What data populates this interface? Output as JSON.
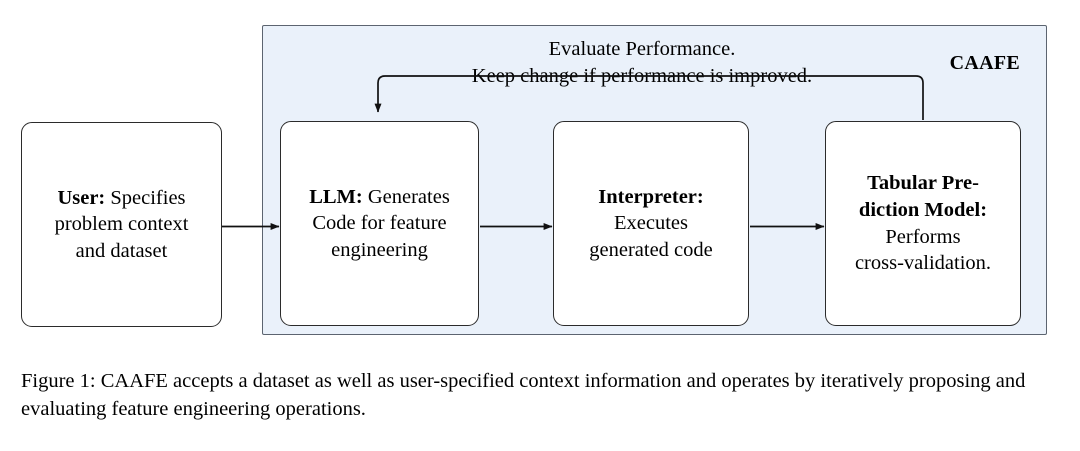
{
  "figure": {
    "container_label": "CAAFE",
    "accent_fill": "#eaf1fa",
    "accent_border": "#5c6470",
    "node_border": "#2b2b2b",
    "node_fill": "#ffffff",
    "background": "#ffffff"
  },
  "nodes": {
    "user": {
      "title": "User:",
      "body_line1": "Specifies",
      "body_line2": "problem context",
      "body_line3": "and dataset"
    },
    "llm": {
      "title": "LLM:",
      "body_line1": "Generates",
      "body_line2": "Code for feature",
      "body_line3": "engineering"
    },
    "interpreter": {
      "title": "Interpreter:",
      "body_line1": "Executes",
      "body_line2": "generated code"
    },
    "tabular": {
      "title_line1": "Tabular Pre-",
      "title_line2": "diction Model:",
      "body_line1": "Performs",
      "body_line2": "cross-validation."
    }
  },
  "feedback_loop": {
    "label_line1": "Evaluate Performance.",
    "label_line2": "Keep change if performance is improved."
  },
  "caption": {
    "line1": "Figure 1: CAAFE accepts a dataset as well as user-specified context information and operates by",
    "line2": "iteratively proposing and evaluating feature engineering operations."
  }
}
